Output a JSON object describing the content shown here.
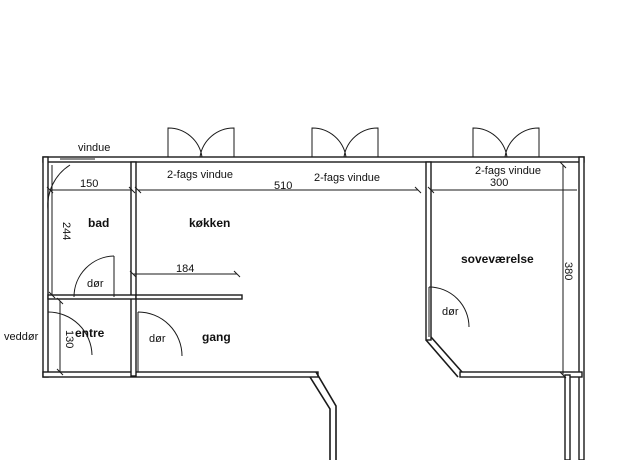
{
  "rooms": {
    "bad": "bad",
    "kokken": "køkken",
    "sovevaerelse": "soveværelse",
    "entre": "entre",
    "gang": "gang"
  },
  "windows": {
    "vindue": "vindue",
    "window_1": "2-fags vindue",
    "window_2": "2-fags vindue",
    "window_3": "2-fags vindue"
  },
  "doors": {
    "bad_door": "dør",
    "gang_door": "dør",
    "sove_door": "dør",
    "front_door": "veddør"
  },
  "dimensions": {
    "d150": "150",
    "d510": "510",
    "d300": "300",
    "d244": "244",
    "d184": "184",
    "d380": "380",
    "d130": "130"
  }
}
